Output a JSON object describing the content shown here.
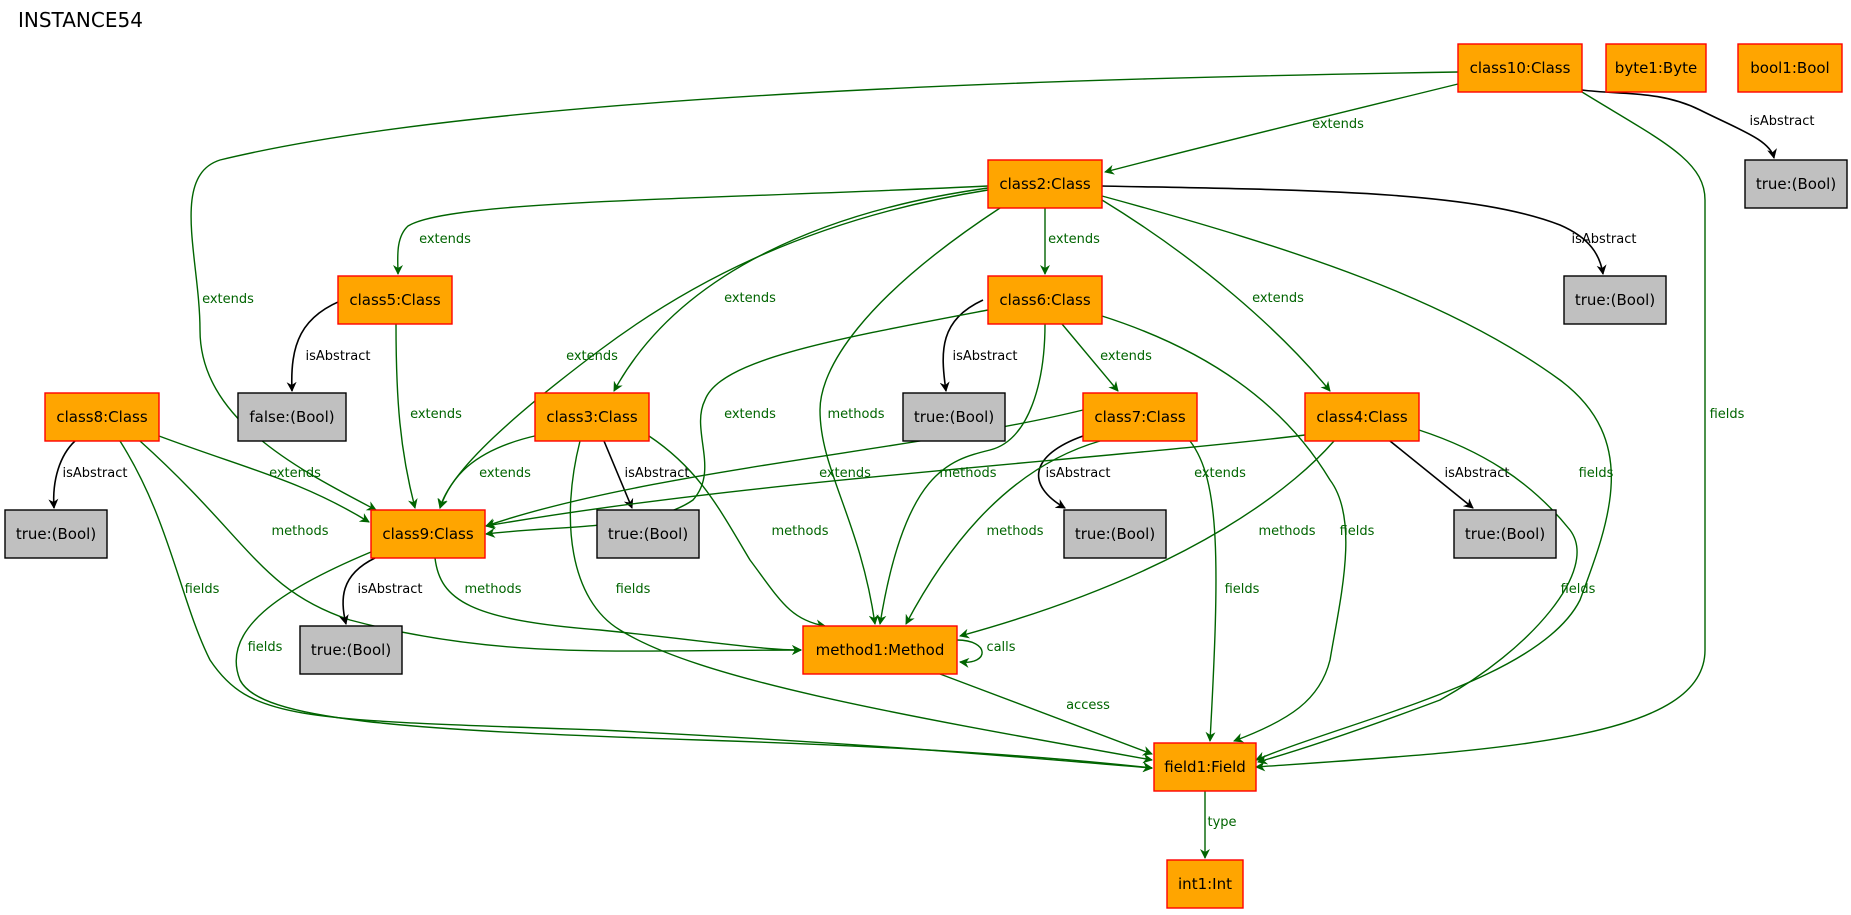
{
  "title": "INSTANCE54",
  "colors": {
    "object_fill": "#ffa500",
    "object_border": "#ff0000",
    "value_fill": "#c0c0c0",
    "value_border": "#000000",
    "reference_edge": "#006400",
    "attribute_edge": "#000000"
  },
  "nodes": [
    {
      "id": "class10",
      "label": "class10:Class",
      "kind": "object"
    },
    {
      "id": "byte1",
      "label": "byte1:Byte",
      "kind": "object"
    },
    {
      "id": "bool1",
      "label": "bool1:Bool",
      "kind": "object"
    },
    {
      "id": "v_c10",
      "label": "true:(Bool)",
      "kind": "value"
    },
    {
      "id": "class2",
      "label": "class2:Class",
      "kind": "object"
    },
    {
      "id": "v_c2",
      "label": "true:(Bool)",
      "kind": "value"
    },
    {
      "id": "class5",
      "label": "class5:Class",
      "kind": "object"
    },
    {
      "id": "class6",
      "label": "class6:Class",
      "kind": "object"
    },
    {
      "id": "v_c5",
      "label": "false:(Bool)",
      "kind": "value"
    },
    {
      "id": "v_c6",
      "label": "true:(Bool)",
      "kind": "value"
    },
    {
      "id": "class8",
      "label": "class8:Class",
      "kind": "object"
    },
    {
      "id": "class3",
      "label": "class3:Class",
      "kind": "object"
    },
    {
      "id": "class7",
      "label": "class7:Class",
      "kind": "object"
    },
    {
      "id": "class4",
      "label": "class4:Class",
      "kind": "object"
    },
    {
      "id": "v_c8",
      "label": "true:(Bool)",
      "kind": "value"
    },
    {
      "id": "class9",
      "label": "class9:Class",
      "kind": "object"
    },
    {
      "id": "v_c3",
      "label": "true:(Bool)",
      "kind": "value"
    },
    {
      "id": "v_c7",
      "label": "true:(Bool)",
      "kind": "value"
    },
    {
      "id": "v_c4",
      "label": "true:(Bool)",
      "kind": "value"
    },
    {
      "id": "v_c9",
      "label": "true:(Bool)",
      "kind": "value"
    },
    {
      "id": "method1",
      "label": "method1:Method",
      "kind": "object"
    },
    {
      "id": "field1",
      "label": "field1:Field",
      "kind": "object"
    },
    {
      "id": "int1",
      "label": "int1:Int",
      "kind": "object"
    }
  ],
  "edges": [
    {
      "from": "class10",
      "to": "class2",
      "label": "extends",
      "kind": "reference"
    },
    {
      "from": "class10",
      "to": "class9",
      "label": "extends",
      "kind": "reference"
    },
    {
      "from": "class10",
      "to": "field1",
      "label": "fields",
      "kind": "reference"
    },
    {
      "from": "class10",
      "to": "v_c10",
      "label": "isAbstract",
      "kind": "attribute"
    },
    {
      "from": "class2",
      "to": "class5",
      "label": "extends",
      "kind": "reference"
    },
    {
      "from": "class2",
      "to": "class6",
      "label": "extends",
      "kind": "reference"
    },
    {
      "from": "class2",
      "to": "class3",
      "label": "extends",
      "kind": "reference"
    },
    {
      "from": "class2",
      "to": "class4",
      "label": "extends",
      "kind": "reference"
    },
    {
      "from": "class2",
      "to": "class9",
      "label": "extends",
      "kind": "reference"
    },
    {
      "from": "class2",
      "to": "method1",
      "label": "methods",
      "kind": "reference"
    },
    {
      "from": "class2",
      "to": "field1",
      "label": "fields",
      "kind": "reference"
    },
    {
      "from": "class2",
      "to": "v_c2",
      "label": "isAbstract",
      "kind": "attribute"
    },
    {
      "from": "class5",
      "to": "v_c5",
      "label": "isAbstract",
      "kind": "attribute"
    },
    {
      "from": "class5",
      "to": "class9",
      "label": "extends",
      "kind": "reference"
    },
    {
      "from": "class6",
      "to": "v_c6",
      "label": "isAbstract",
      "kind": "attribute"
    },
    {
      "from": "class6",
      "to": "class7",
      "label": "extends",
      "kind": "reference"
    },
    {
      "from": "class6",
      "to": "class9",
      "label": "extends",
      "kind": "reference"
    },
    {
      "from": "class6",
      "to": "method1",
      "label": "methods",
      "kind": "reference"
    },
    {
      "from": "class6",
      "to": "field1",
      "label": "fields",
      "kind": "reference"
    },
    {
      "from": "class8",
      "to": "v_c8",
      "label": "isAbstract",
      "kind": "attribute"
    },
    {
      "from": "class8",
      "to": "class9",
      "label": "extends",
      "kind": "reference"
    },
    {
      "from": "class8",
      "to": "method1",
      "label": "methods",
      "kind": "reference"
    },
    {
      "from": "class8",
      "to": "field1",
      "label": "fields",
      "kind": "reference"
    },
    {
      "from": "class3",
      "to": "class9",
      "label": "extends",
      "kind": "reference"
    },
    {
      "from": "class3",
      "to": "v_c3",
      "label": "isAbstract",
      "kind": "attribute"
    },
    {
      "from": "class3",
      "to": "method1",
      "label": "methods",
      "kind": "reference"
    },
    {
      "from": "class3",
      "to": "field1",
      "label": "fields",
      "kind": "reference"
    },
    {
      "from": "class7",
      "to": "class9",
      "label": "extends",
      "kind": "reference"
    },
    {
      "from": "class7",
      "to": "v_c7",
      "label": "isAbstract",
      "kind": "attribute"
    },
    {
      "from": "class7",
      "to": "method1",
      "label": "methods",
      "kind": "reference"
    },
    {
      "from": "class7",
      "to": "field1",
      "label": "fields",
      "kind": "reference"
    },
    {
      "from": "class4",
      "to": "class9",
      "label": "extends",
      "kind": "reference"
    },
    {
      "from": "class4",
      "to": "v_c4",
      "label": "isAbstract",
      "kind": "attribute"
    },
    {
      "from": "class4",
      "to": "method1",
      "label": "methods",
      "kind": "reference"
    },
    {
      "from": "class4",
      "to": "field1",
      "label": "fields",
      "kind": "reference"
    },
    {
      "from": "class9",
      "to": "v_c9",
      "label": "isAbstract",
      "kind": "attribute"
    },
    {
      "from": "class9",
      "to": "method1",
      "label": "methods",
      "kind": "reference"
    },
    {
      "from": "class9",
      "to": "field1",
      "label": "fields",
      "kind": "reference"
    },
    {
      "from": "method1",
      "to": "method1",
      "label": "calls",
      "kind": "reference"
    },
    {
      "from": "method1",
      "to": "field1",
      "label": "access",
      "kind": "reference"
    },
    {
      "from": "field1",
      "to": "int1",
      "label": "type",
      "kind": "reference"
    }
  ]
}
